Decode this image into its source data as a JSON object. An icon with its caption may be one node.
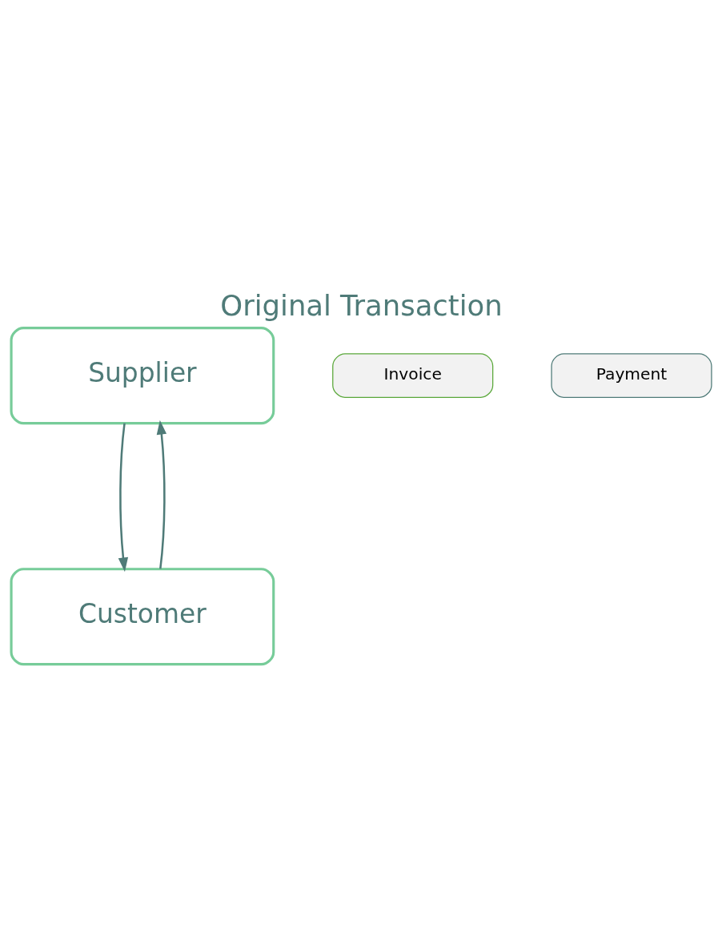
{
  "diagram": {
    "title": "Original Transaction",
    "nodes": [
      {
        "text": [
          "Supplier"
        ]
      },
      {
        "text": [
          "Invoice"
        ]
      },
      {
        "text": [
          "Payment"
        ]
      },
      {
        "text": [
          "Customer"
        ]
      }
    ],
    "edges": [
      {
        "from": 0,
        "to": 3,
        "arrow": "to"
      },
      {
        "from": 3,
        "to": 0,
        "arrow": "to"
      }
    ]
  }
}
